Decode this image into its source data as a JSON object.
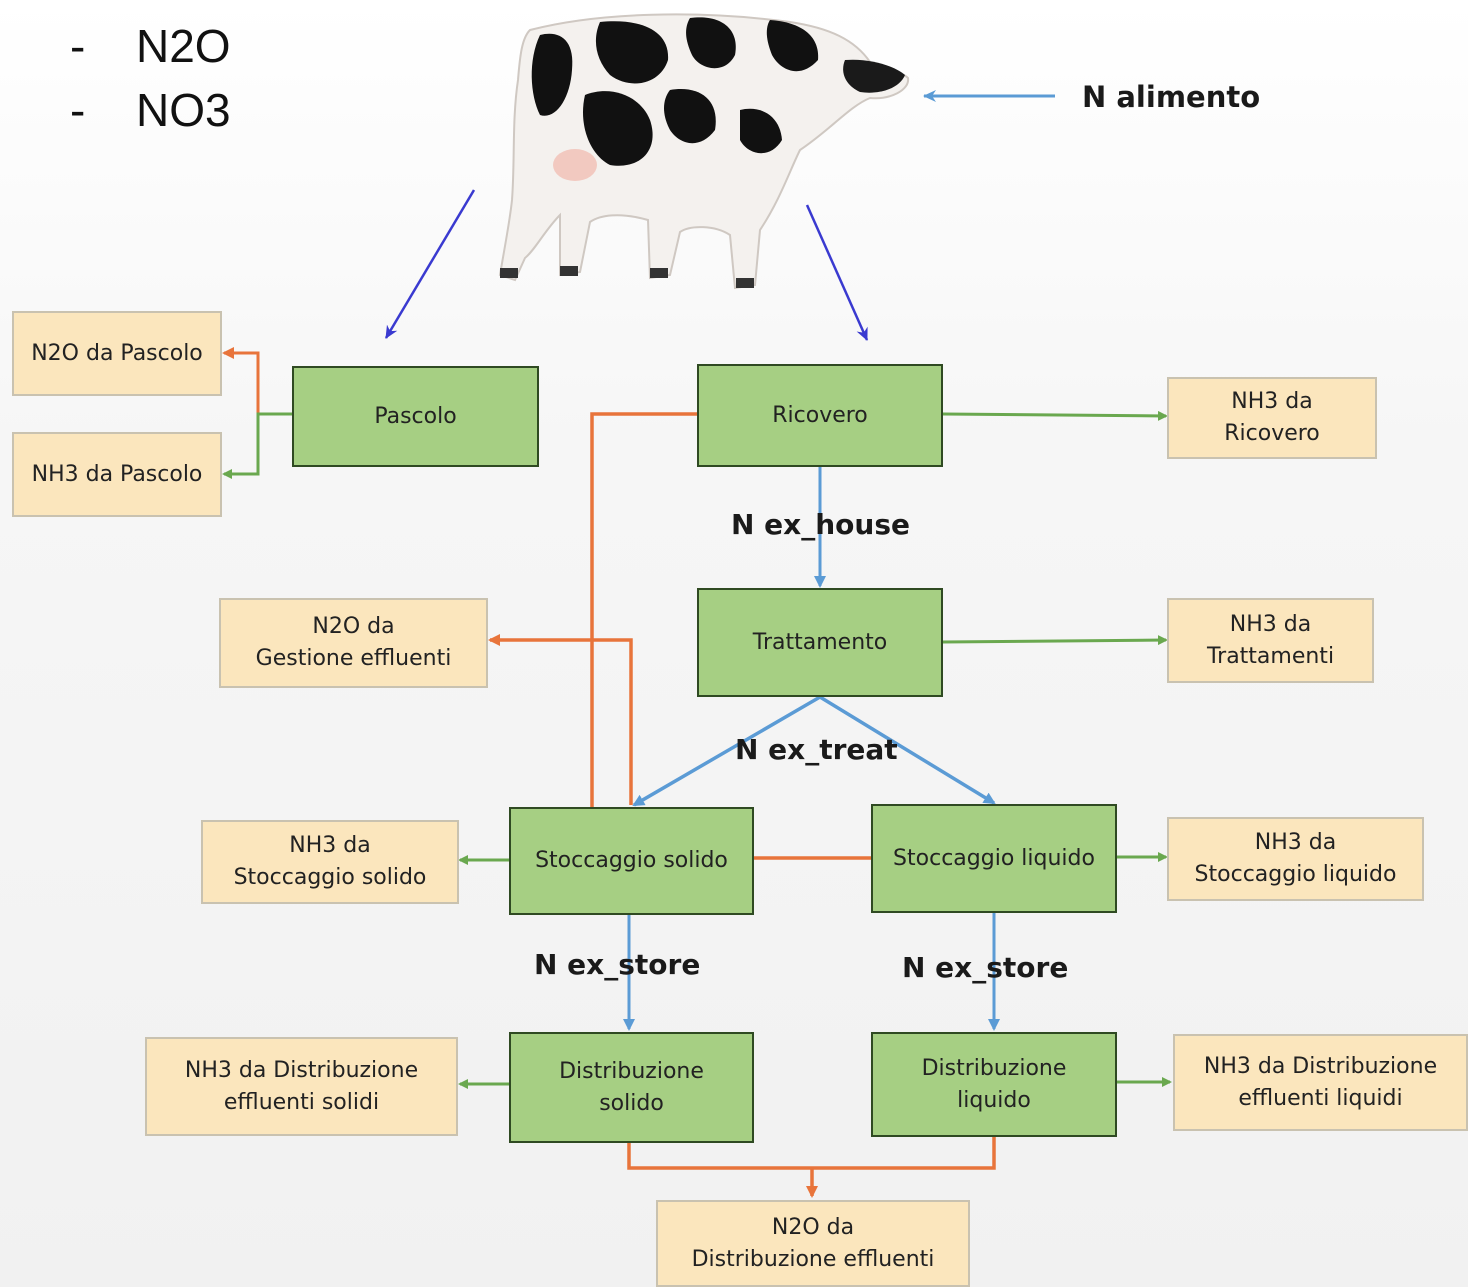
{
  "bullets": [
    "N2O",
    "NO3"
  ],
  "bullet_marker": "-",
  "input_label": "N alimento",
  "processes": {
    "pascolo": "Pascolo",
    "ricovero": "Ricovero",
    "trattamento": "Trattamento",
    "stoccaggio_solido": "Stoccaggio solido",
    "stoccaggio_liquido": "Stoccaggio liquido",
    "distribuzione_solido": "Distribuzione\nsolido",
    "distribuzione_liquido": "Distribuzione\nliquido"
  },
  "outputs": {
    "n2o_pascolo": "N2O da Pascolo",
    "nh3_pascolo": "NH3 da Pascolo",
    "nh3_ricovero": "NH3 da\nRicovero",
    "n2o_gestione": "N2O da\nGestione effluenti",
    "nh3_trattamenti": "NH3 da\nTrattamenti",
    "nh3_stoccaggio_solido": "NH3 da\nStoccaggio solido",
    "nh3_stoccaggio_liquido": "NH3 da\nStoccaggio liquido",
    "nh3_distribuzione_solidi": "NH3 da Distribuzione\neffluenti solidi",
    "nh3_distribuzione_liquidi": "NH3 da Distribuzione\neffluenti liquidi",
    "n2o_distribuzione": "N2O da\nDistribuzione effluenti"
  },
  "flows": {
    "ex_house": "N ex_house",
    "ex_treat": "N ex_treat",
    "ex_store_solid": "N ex_store",
    "ex_store_liquid": "N ex_store"
  },
  "colors": {
    "process_fill": "#a6cf83",
    "output_fill": "#fbe6bd",
    "nh3_arrow": "#6aa84f",
    "n2o_arrow": "#e8743b",
    "flow_arrow": "#5b9bd5",
    "cow_arrow": "#3a3ad0"
  }
}
